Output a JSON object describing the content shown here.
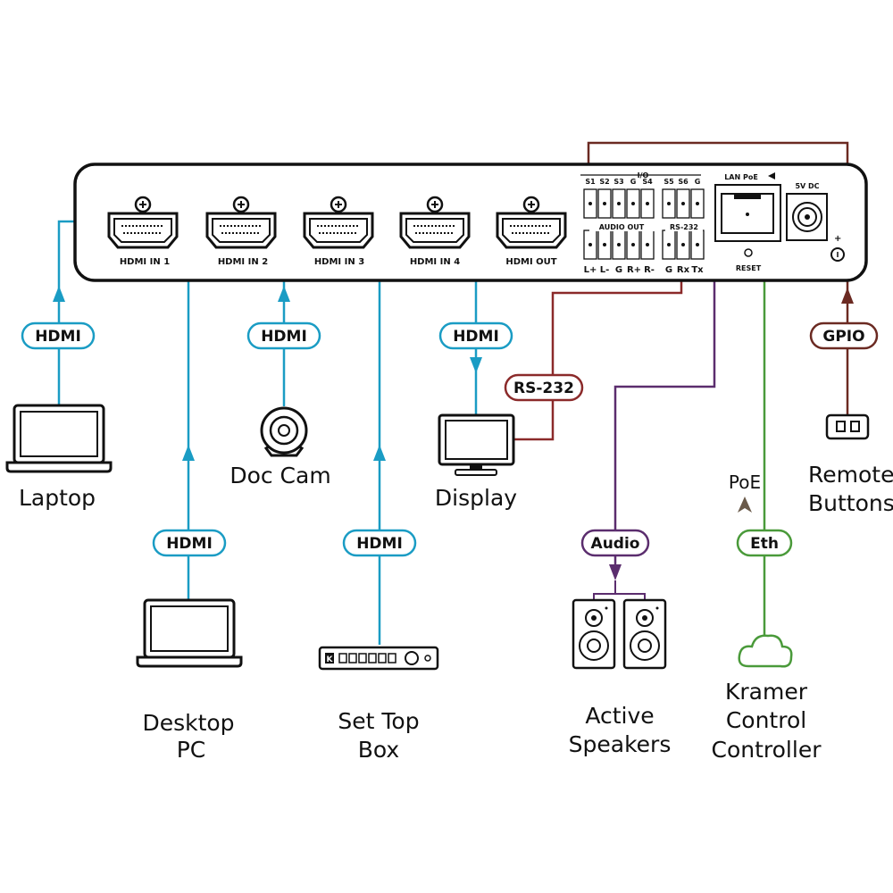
{
  "device": {
    "hdmi_ports": [
      "HDMI  IN 1",
      "HDMI  IN 2",
      "HDMI  IN 3",
      "HDMI  IN 4",
      "HDMI  OUT"
    ],
    "io_label": "I/O",
    "io_pins": [
      "S1",
      "S2",
      "S3",
      "G",
      "S4",
      "S5",
      "S6",
      "G"
    ],
    "audio_out_label": "AUDIO OUT",
    "rs232_label": "RS-232",
    "bottom_pins": [
      "L+",
      "L-",
      "G",
      "R+",
      "R-",
      "G",
      "Rx",
      "Tx"
    ],
    "lan_label": "LAN PoE",
    "reset_label": "RESET",
    "power_label": "5V DC"
  },
  "connections": {
    "hdmi_1": "HDMI",
    "hdmi_2": "HDMI",
    "hdmi_3": "HDMI",
    "hdmi_4": "HDMI",
    "hdmi_out": "HDMI",
    "rs232": "RS-232",
    "audio": "Audio",
    "eth": "Eth",
    "gpio": "GPIO",
    "poe": "PoE"
  },
  "devices": {
    "laptop": "Laptop",
    "desktop_line1": "Desktop",
    "desktop_line2": "PC",
    "doccam": "Doc Cam",
    "settop_line1": "Set Top",
    "settop_line2": "Box",
    "display": "Display",
    "speakers_line1": "Active",
    "speakers_line2": "Speakers",
    "controller_line1": "Kramer",
    "controller_line2": "Control",
    "controller_line3": "Controller",
    "remote_line1": "Remote",
    "remote_line2": "Buttons"
  },
  "colors": {
    "hdmi": "#1a9cc4",
    "rs232": "#8b2a2a",
    "audio": "#5b2d6e",
    "eth": "#4a9a3a",
    "gpio": "#6b2a22"
  }
}
